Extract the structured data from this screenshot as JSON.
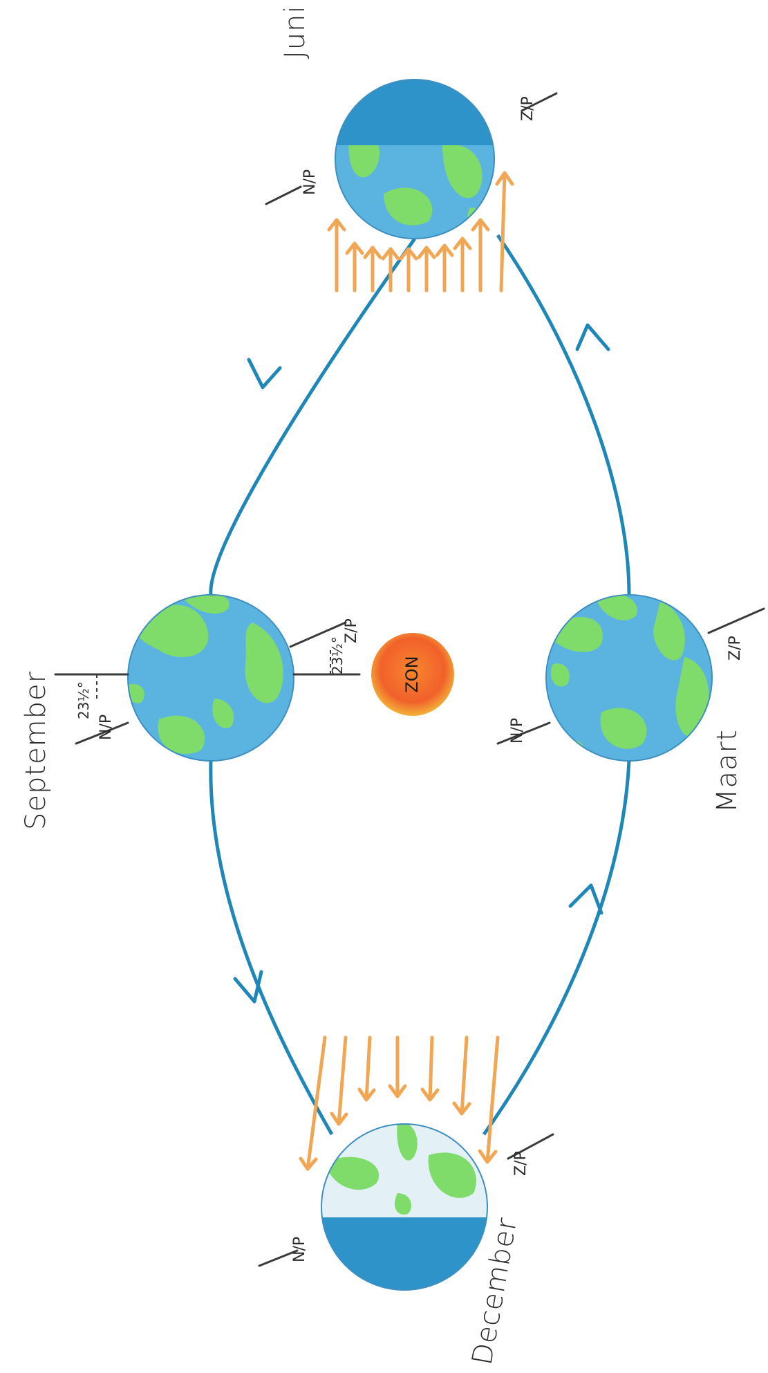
{
  "labels": {
    "june": "Juni",
    "september": "September",
    "december": "December",
    "march": "Maart",
    "sun": "ZON"
  },
  "poles": {
    "north": "N/P",
    "south": "Z/P"
  },
  "tilt": {
    "angle": "23½°"
  },
  "colors": {
    "orbit": "#1f87b8",
    "ocean": "#5bb4e0",
    "land": "#7fdc6a",
    "night": "#2e93c9",
    "sun": "#f4652a",
    "rays": "#f0a653"
  }
}
